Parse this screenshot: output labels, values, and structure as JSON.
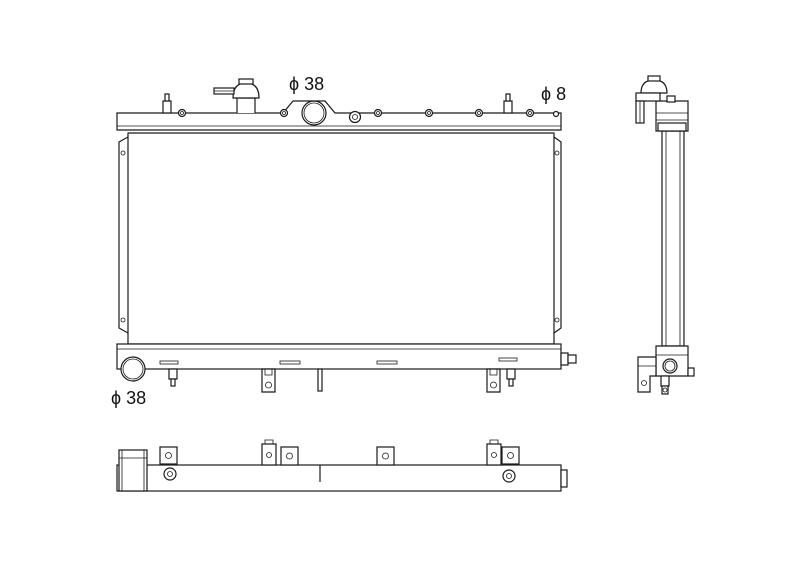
{
  "dimension_labels": {
    "upper_hose": "ϕ 38",
    "overflow_nipple": "ϕ 8",
    "lower_hose": "ϕ 38"
  }
}
